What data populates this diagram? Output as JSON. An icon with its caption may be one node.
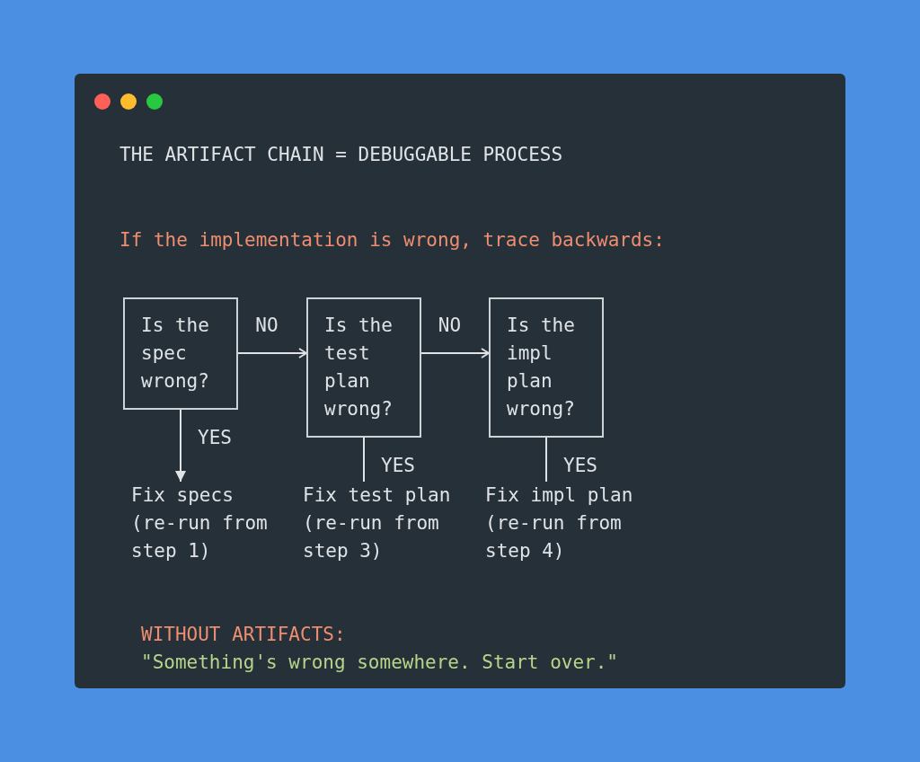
{
  "diagram": {
    "title": "THE ARTIFACT CHAIN = DEBUGGABLE PROCESS",
    "nodes": [
      {
        "text": [
          "Is the spec wrong?"
        ]
      },
      {
        "text": [
          "Is the test plan wrong?"
        ]
      },
      {
        "text": [
          "Is the impl plan wrong?"
        ]
      },
      {
        "text": [
          "Fix specs (re-run from step 1)"
        ]
      },
      {
        "text": [
          "Fix test plan (re-run from step 3)"
        ]
      },
      {
        "text": [
          "Fix impl plan (re-run from step 4)"
        ]
      }
    ],
    "edges": [
      {
        "from": 0,
        "to": 1,
        "arrow": "to",
        "label": "NO"
      },
      {
        "from": 1,
        "to": 2,
        "arrow": "to",
        "label": "NO"
      },
      {
        "from": 0,
        "to": 3,
        "arrow": "to",
        "label": "YES"
      },
      {
        "from": 1,
        "to": 4,
        "arrow": "none",
        "label": "YES"
      },
      {
        "from": 2,
        "to": 5,
        "arrow": "none",
        "label": "YES"
      }
    ],
    "labels": [
      "If the implementation is wrong, trace backwards:",
      "WITHOUT ARTIFACTS:",
      "\"Something's wrong somewhere. Start over.\""
    ]
  }
}
